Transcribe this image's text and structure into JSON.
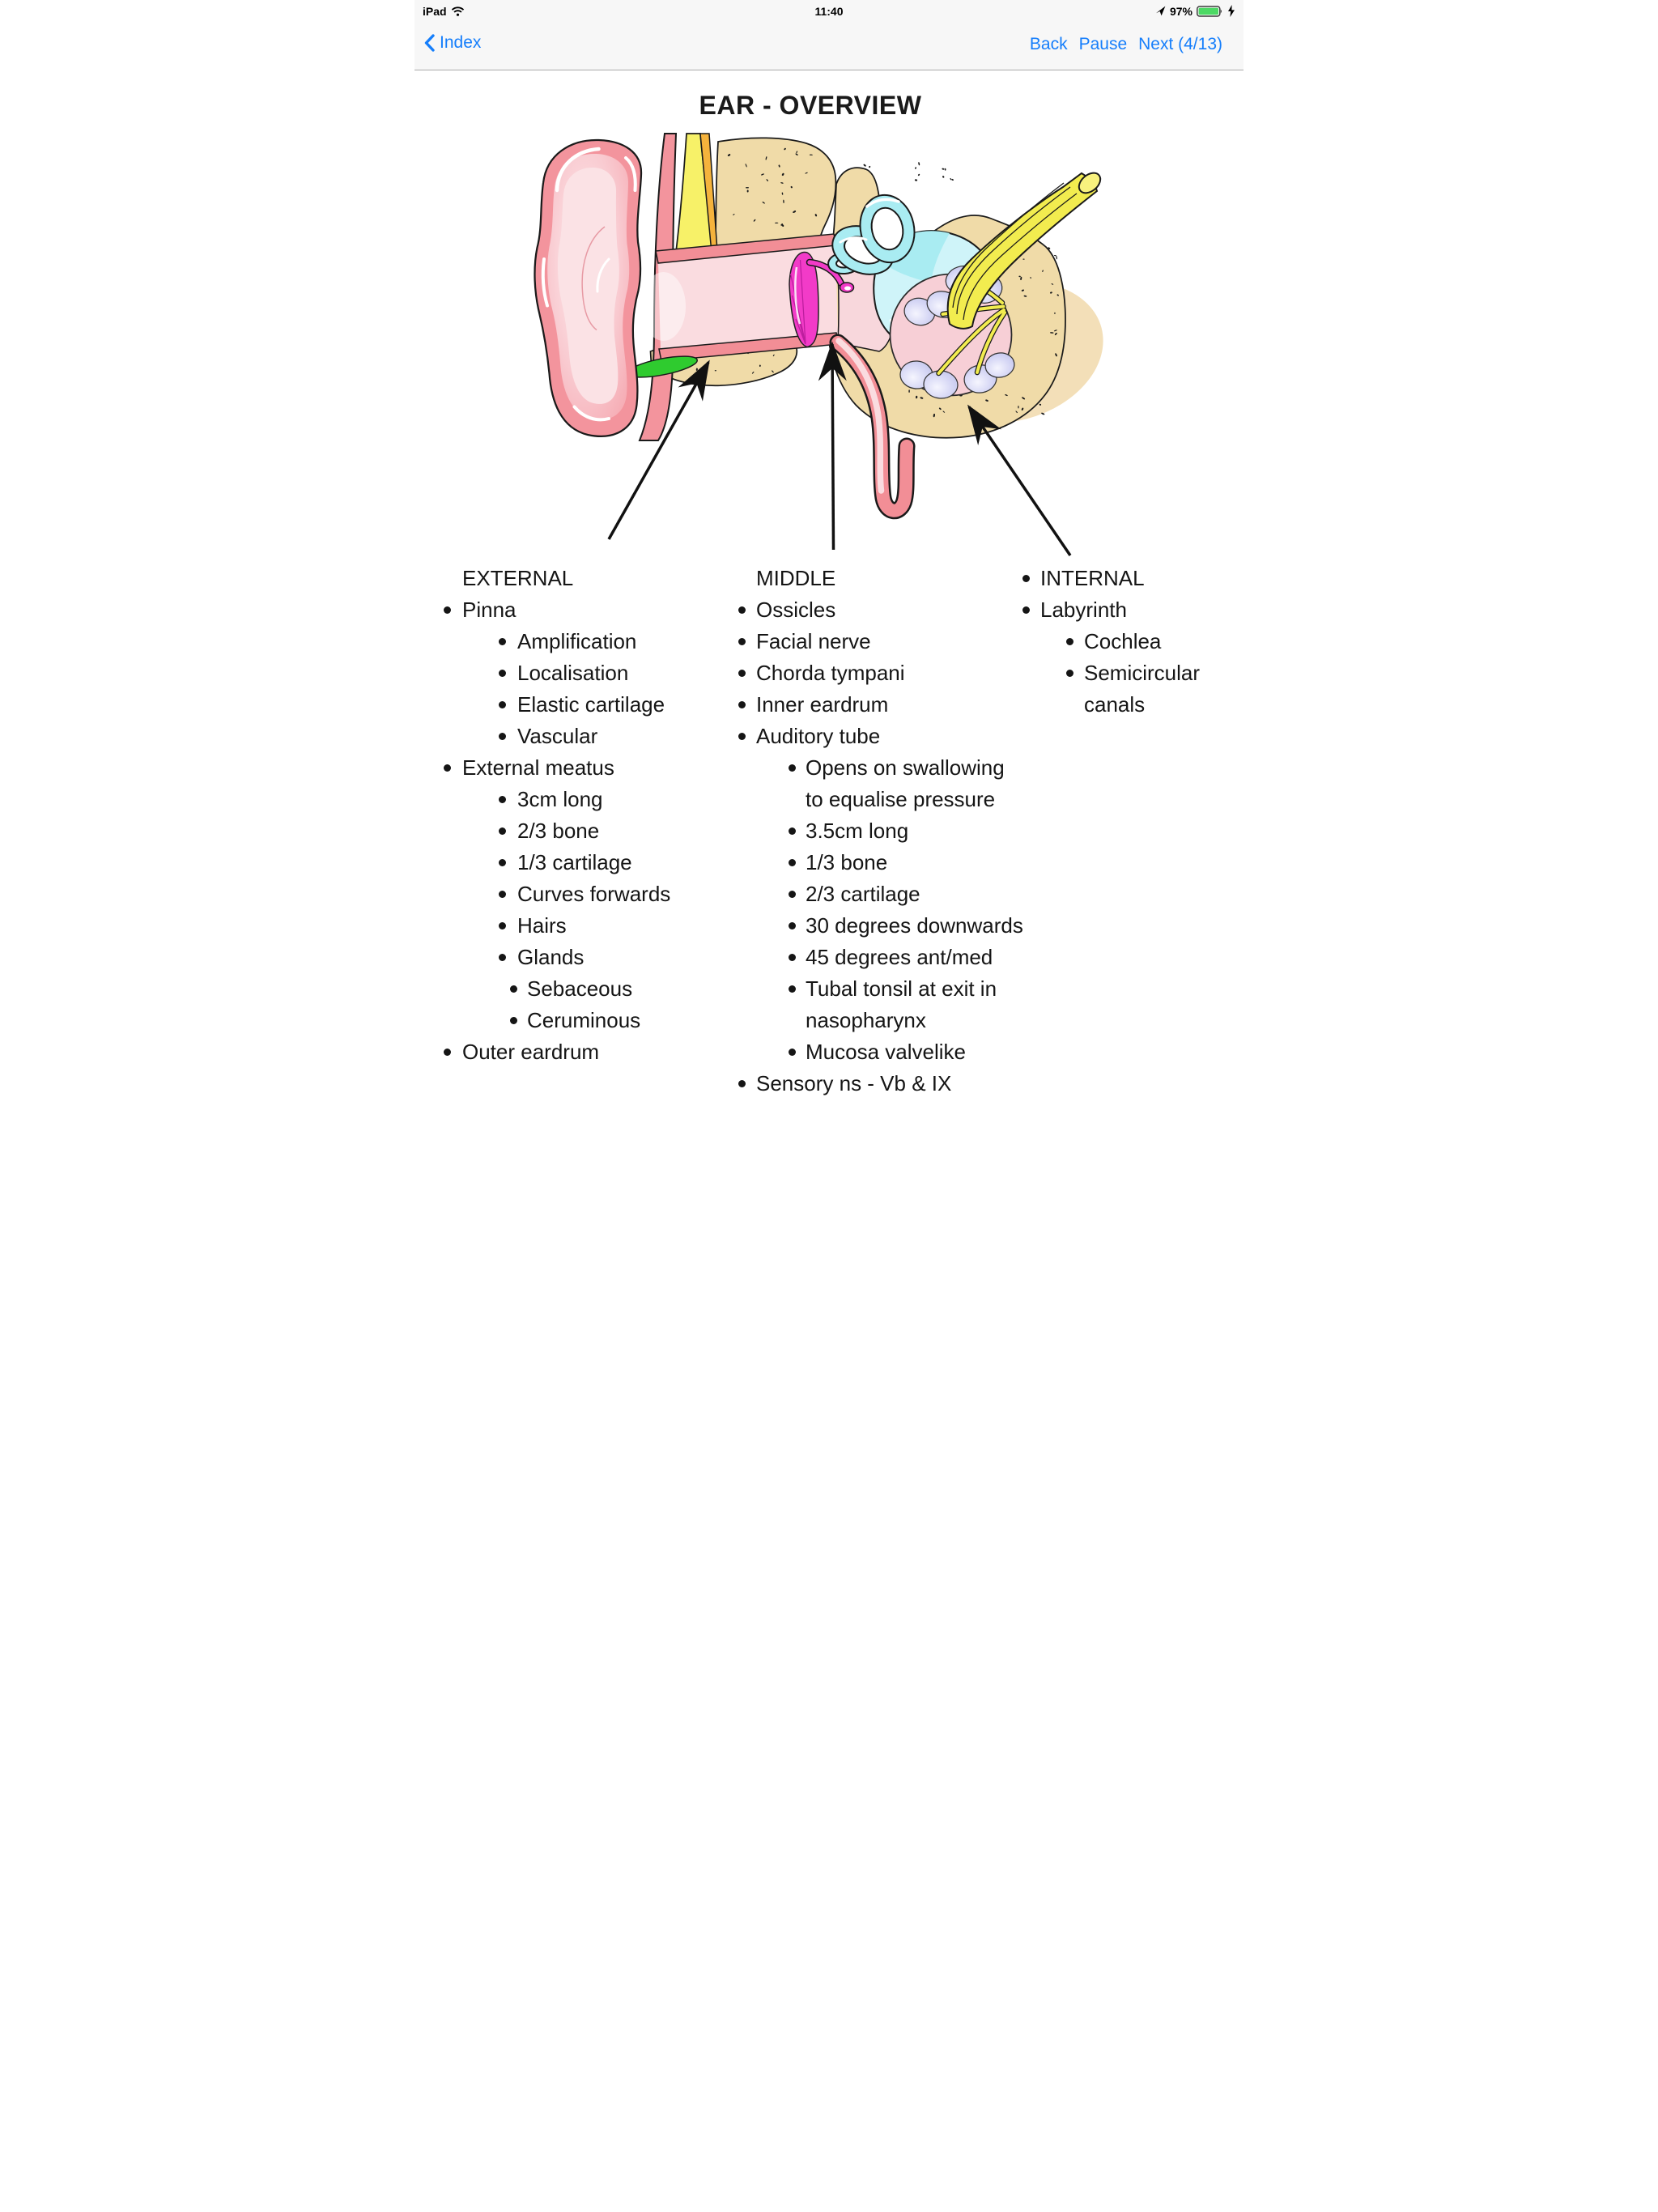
{
  "status_bar": {
    "carrier": "iPad",
    "time": "11:40",
    "battery_percent": "97%",
    "battery_color": "#4cd964",
    "icons": [
      "wifi-icon",
      "location-arrow-icon",
      "battery-icon",
      "charging-bolt-icon"
    ]
  },
  "nav_bar": {
    "back_label": "Index",
    "actions": [
      "Back",
      "Pause",
      "Next (4/13)"
    ],
    "accent_color": "#157efb"
  },
  "slide": {
    "title": "EAR - OVERVIEW"
  },
  "diagram": {
    "description": "cross-section of the human ear with three arrows pointing to the external, middle and internal ear regions",
    "structures": [
      "pinna",
      "external-meatus",
      "cartilage",
      "temporal-bone",
      "eardrum",
      "ossicles",
      "stapes",
      "semicircular-canals",
      "vestibule",
      "cochlea",
      "auditory-nerve",
      "eustachian-tube"
    ],
    "arrows": [
      "external",
      "middle",
      "internal"
    ],
    "colors": {
      "pinna": "#F3949D",
      "canal": "#FADCE0",
      "lining": "#F28E96",
      "bone": "#F0DBA8",
      "bone_shadow": "#F3DFB8",
      "muscle_yellow": "#F7F168",
      "muscle_orange": "#F5B33C",
      "cartilage_green": "#2FCB2F",
      "eardrum_magenta": "#F23BC8",
      "labyrinth_cyan": "#A9ECF2",
      "vestibule_cyan": "#CFF4F9",
      "cochlea_pink": "#F7CFD6",
      "cochlea_blob": "#C9CAEF",
      "nerve_yellow": "#F2EC4F",
      "arrow_black": "#111111"
    }
  },
  "columns": [
    {
      "header": "EXTERNAL",
      "header_bulleted": false,
      "items": [
        {
          "level": 1,
          "lines": [
            "Pinna"
          ]
        },
        {
          "level": 2,
          "lines": [
            "Amplification"
          ]
        },
        {
          "level": 2,
          "lines": [
            "Localisation"
          ]
        },
        {
          "level": 2,
          "lines": [
            "Elastic cartilage"
          ]
        },
        {
          "level": 2,
          "lines": [
            "Vascular"
          ]
        },
        {
          "level": 1,
          "lines": [
            "External meatus"
          ]
        },
        {
          "level": 2,
          "lines": [
            "3cm long"
          ]
        },
        {
          "level": 2,
          "lines": [
            "2/3 bone"
          ]
        },
        {
          "level": 2,
          "lines": [
            "1/3 cartilage"
          ]
        },
        {
          "level": 2,
          "lines": [
            "Curves forwards"
          ]
        },
        {
          "level": 2,
          "lines": [
            "Hairs"
          ]
        },
        {
          "level": 2,
          "lines": [
            "Glands"
          ]
        },
        {
          "level": 3,
          "lines": [
            "Sebaceous"
          ]
        },
        {
          "level": 3,
          "lines": [
            "Ceruminous"
          ]
        },
        {
          "level": 1,
          "lines": [
            "Outer eardrum"
          ]
        }
      ]
    },
    {
      "header": "MIDDLE",
      "header_bulleted": false,
      "items": [
        {
          "level": 1,
          "lines": [
            "Ossicles"
          ]
        },
        {
          "level": 1,
          "lines": [
            "Facial nerve"
          ]
        },
        {
          "level": 1,
          "lines": [
            "Chorda tympani"
          ]
        },
        {
          "level": 1,
          "lines": [
            "Inner eardrum"
          ]
        },
        {
          "level": 1,
          "lines": [
            "Auditory tube"
          ]
        },
        {
          "level": 2,
          "lines": [
            "Opens on swallowing",
            "to equalise pressure"
          ]
        },
        {
          "level": 2,
          "lines": [
            "3.5cm long"
          ]
        },
        {
          "level": 2,
          "lines": [
            "1/3 bone"
          ]
        },
        {
          "level": 2,
          "lines": [
            "2/3 cartilage"
          ]
        },
        {
          "level": 2,
          "lines": [
            "30 degrees downwards"
          ]
        },
        {
          "level": 2,
          "lines": [
            "45 degrees ant/med"
          ]
        },
        {
          "level": 2,
          "lines": [
            "Tubal tonsil at exit in",
            "nasopharynx"
          ]
        },
        {
          "level": 2,
          "lines": [
            "Mucosa valvelike"
          ]
        },
        {
          "level": 1,
          "lines": [
            "Sensory ns - Vb & IX"
          ]
        }
      ]
    },
    {
      "header": "INTERNAL",
      "header_bulleted": true,
      "items": [
        {
          "level": 1,
          "lines": [
            "Labyrinth"
          ]
        },
        {
          "level": 2,
          "lines": [
            "Cochlea"
          ]
        },
        {
          "level": 2,
          "lines": [
            "Semicircular",
            "canals"
          ]
        }
      ]
    }
  ]
}
